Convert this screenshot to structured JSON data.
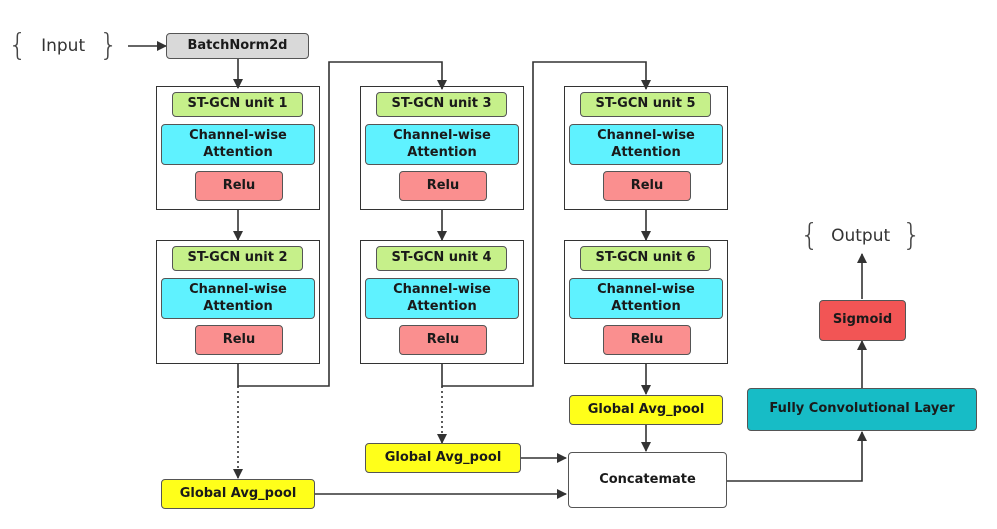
{
  "input_label": "Input",
  "output_label": "Output",
  "batchnorm": "BatchNorm2d",
  "units": [
    {
      "gcn": "ST-GCN unit 1",
      "attn": "Channel-wise\nAttention",
      "act": "Relu"
    },
    {
      "gcn": "ST-GCN unit 2",
      "attn": "Channel-wise\nAttention",
      "act": "Relu"
    },
    {
      "gcn": "ST-GCN unit 3",
      "attn": "Channel-wise\nAttention",
      "act": "Relu"
    },
    {
      "gcn": "ST-GCN unit 4",
      "attn": "Channel-wise\nAttention",
      "act": "Relu"
    },
    {
      "gcn": "ST-GCN unit 5",
      "attn": "Channel-wise\nAttention",
      "act": "Relu"
    },
    {
      "gcn": "ST-GCN unit 6",
      "attn": "Channel-wise\nAttention",
      "act": "Relu"
    }
  ],
  "pool_1": "Global Avg_pool",
  "pool_2": "Global Avg_pool",
  "pool_3": "Global Avg_pool",
  "concat": "Concatemate",
  "fcl": "Fully Convolutional Layer",
  "sigmoid": "Sigmoid",
  "colors": {
    "gcn": "#c6f08a",
    "attention": "#5ff2ff",
    "relu": "#fa8f8f",
    "pool": "#ffff1a",
    "batchnorm": "#d9d9d9",
    "fcl": "#17bcc6",
    "sigmoid": "#f25555"
  }
}
